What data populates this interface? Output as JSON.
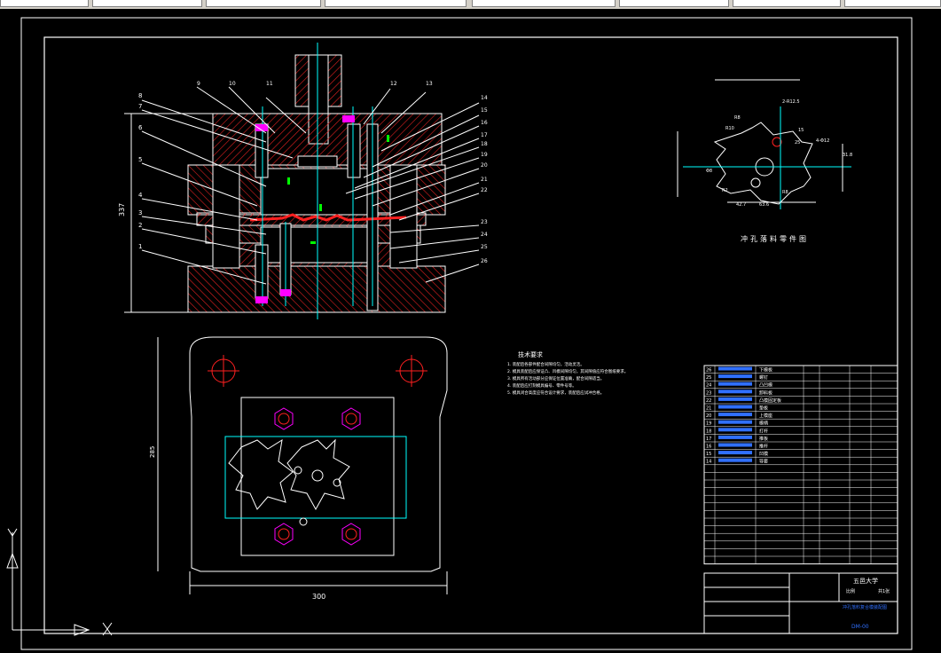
{
  "toolbar": {
    "fields": [
      "",
      "",
      "",
      "",
      "",
      "",
      "",
      ""
    ]
  },
  "drawing": {
    "dimension_width": "300",
    "dimension_height_left": "337",
    "dimension_height_plan": "285",
    "part_title": "冲孔落料零件图",
    "tech_title": "技术要求",
    "tech_lines": [
      "1. 装配后各部件配合间隙均匀，活动灵活。",
      "2. 模具装配后应保证凸、凹模间隙均匀，其间隙值应符合图纸要求。",
      "3. 模具所有活动部分应保证位置准确，配合间隙适当。",
      "4. 装配后应打刻模具编号、零件号等。",
      "5. 模具闭合高度应符合设计要求，装配后应试冲合格。"
    ],
    "part_dims": [
      "R8",
      "R10",
      "15",
      "25",
      "4-Φ12",
      "R8",
      "R2",
      "Φ8",
      "42.7",
      "63.6",
      "31.8",
      "2-R12.5"
    ],
    "callouts_left": [
      "8",
      "7",
      "6",
      "5",
      "4",
      "3",
      "2",
      "1"
    ],
    "callouts_top": [
      "9",
      "10",
      "11",
      "12",
      "13"
    ],
    "callouts_right": [
      "14",
      "15",
      "16",
      "17",
      "18",
      "19",
      "20",
      "21",
      "22",
      "23",
      "24",
      "25",
      "26"
    ],
    "bom_rows": [
      {
        "no": "26",
        "code": "",
        "name": "下模板"
      },
      {
        "no": "25",
        "code": "",
        "name": "螺钉"
      },
      {
        "no": "24",
        "code": "",
        "name": "凸凹模"
      },
      {
        "no": "23",
        "code": "",
        "name": "卸料板"
      },
      {
        "no": "22",
        "code": "",
        "name": "凸模固定板"
      },
      {
        "no": "21",
        "code": "",
        "name": "垫板"
      },
      {
        "no": "20",
        "code": "",
        "name": "上模座"
      },
      {
        "no": "19",
        "code": "",
        "name": "模柄"
      },
      {
        "no": "18",
        "code": "",
        "name": "打杆"
      },
      {
        "no": "17",
        "code": "",
        "name": "推板"
      },
      {
        "no": "16",
        "code": "",
        "name": "推杆"
      },
      {
        "no": "15",
        "code": "",
        "name": "凹模"
      },
      {
        "no": "14",
        "code": "",
        "name": "导套"
      }
    ],
    "title_block": {
      "school": "五邑大学",
      "drawing_name": "冲孔落料复合模装配图",
      "drawing_no": "DM-00",
      "scale_label": "比例",
      "sheet": "共1张"
    }
  },
  "colors": {
    "background": "#000000",
    "lines": "#ffffff",
    "hatch": "#ff2020",
    "center": "#00ffff",
    "callout_purple": "#ff00ff",
    "green": "#00ff00",
    "bom_blue": "#3070ff"
  }
}
